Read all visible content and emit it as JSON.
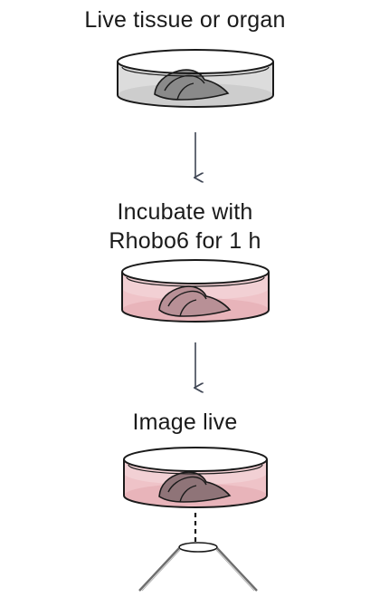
{
  "steps": [
    {
      "label_lines": [
        "Live tissue or organ"
      ],
      "dish_fill": "#dcdcdc",
      "tissue_fill": "#8a8a8a"
    },
    {
      "label_lines": [
        "Incubate with",
        "Rhobo6 for 1 h"
      ],
      "dish_fill": "#efc3c8",
      "tissue_fill": "#b89096"
    },
    {
      "label_lines": [
        "Image live"
      ],
      "dish_fill": "#efc3c8",
      "tissue_fill": "#8f7478"
    }
  ],
  "colors": {
    "text": "#1a1a1a",
    "outline": "#1a1a1a",
    "arrow": "#3f4654",
    "objective": "#6e6e6e"
  },
  "icons": {
    "arrows": "down-arrow-icon",
    "microscope": "microscope-objective-icon"
  }
}
